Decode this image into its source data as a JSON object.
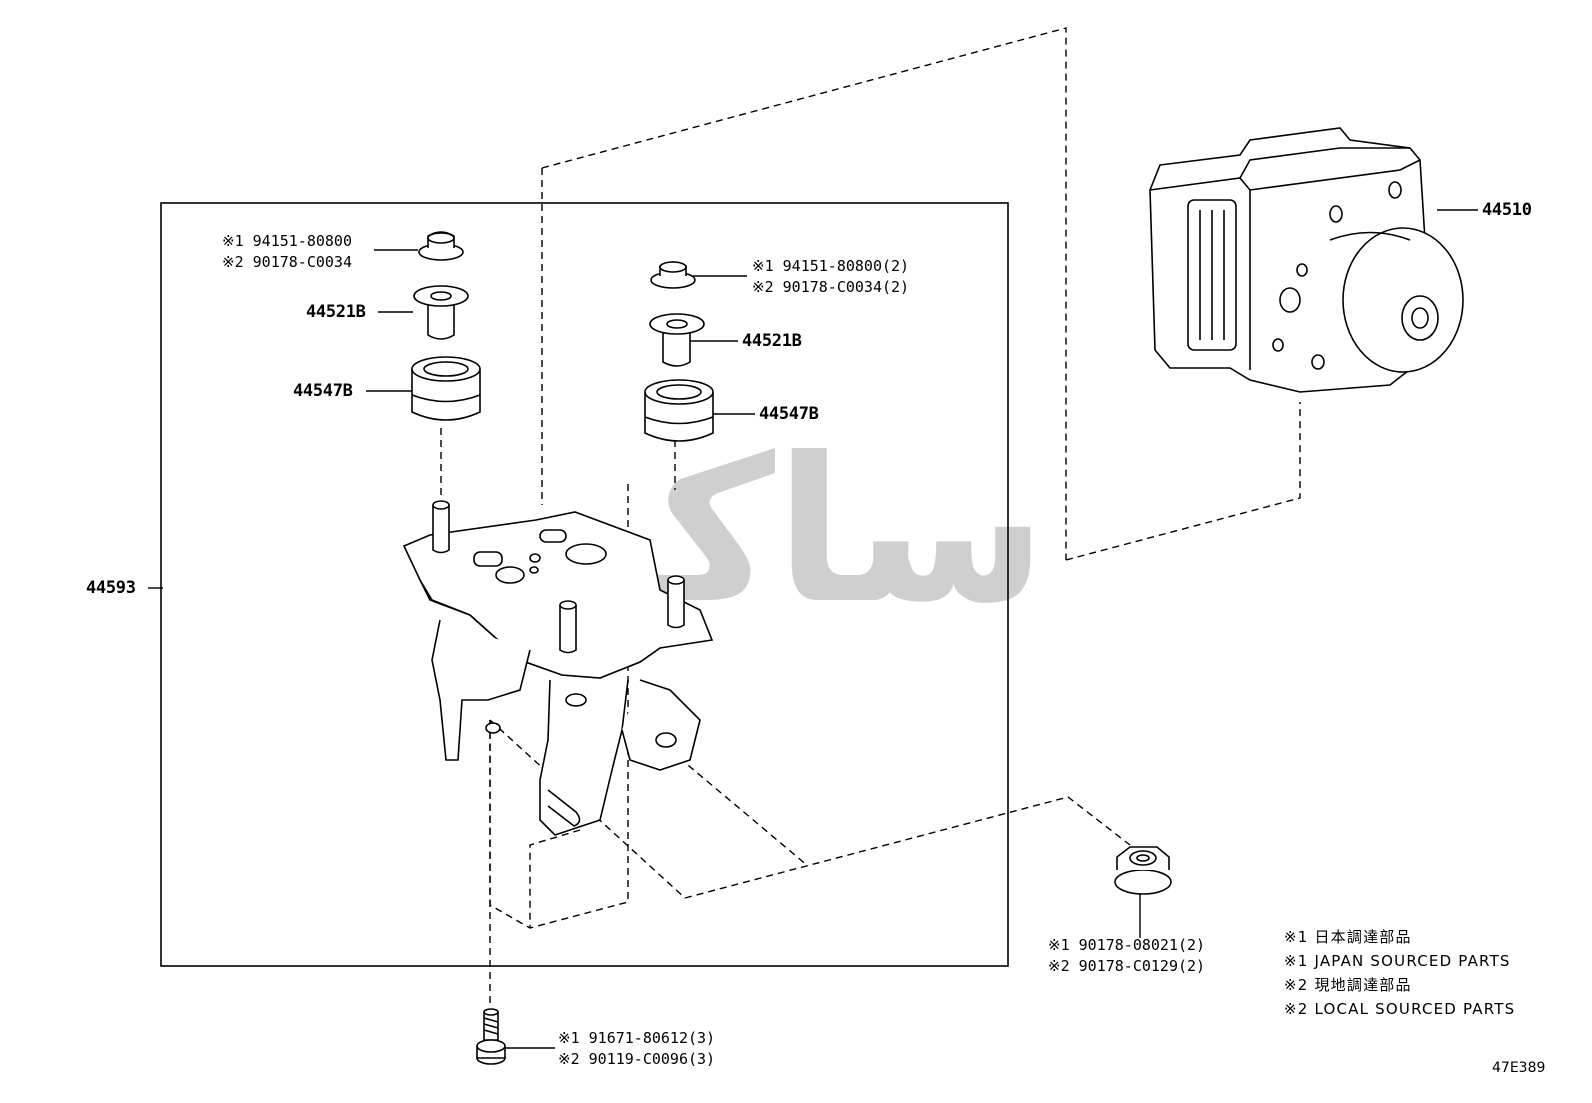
{
  "watermark": "ساکو",
  "parts": {
    "abs_actuator": "44510",
    "bracket": "44593",
    "collar_left": "44521B",
    "cushion_left": "44547B",
    "collar_right": "44521B",
    "cushion_right": "44547B"
  },
  "callouts": {
    "nut_left": {
      "line1": "※1 94151-80800",
      "line2": "※2 90178-C0034"
    },
    "nut_right": {
      "line1": "※1 94151-80800(2)",
      "line2": "※2 90178-C0034(2)"
    },
    "flange_nut": {
      "line1": "※1 90178-08021(2)",
      "line2": "※2 90178-C0129(2)"
    },
    "bolt": {
      "line1": "※1 91671-80612(3)",
      "line2": "※2 90119-C0096(3)"
    }
  },
  "legend": [
    "※1 日本調達部品",
    "※1 JAPAN SOURCED PARTS",
    "※2 現地調達部品",
    "※2 LOCAL SOURCED PARTS"
  ],
  "diagram_code": "47E389"
}
